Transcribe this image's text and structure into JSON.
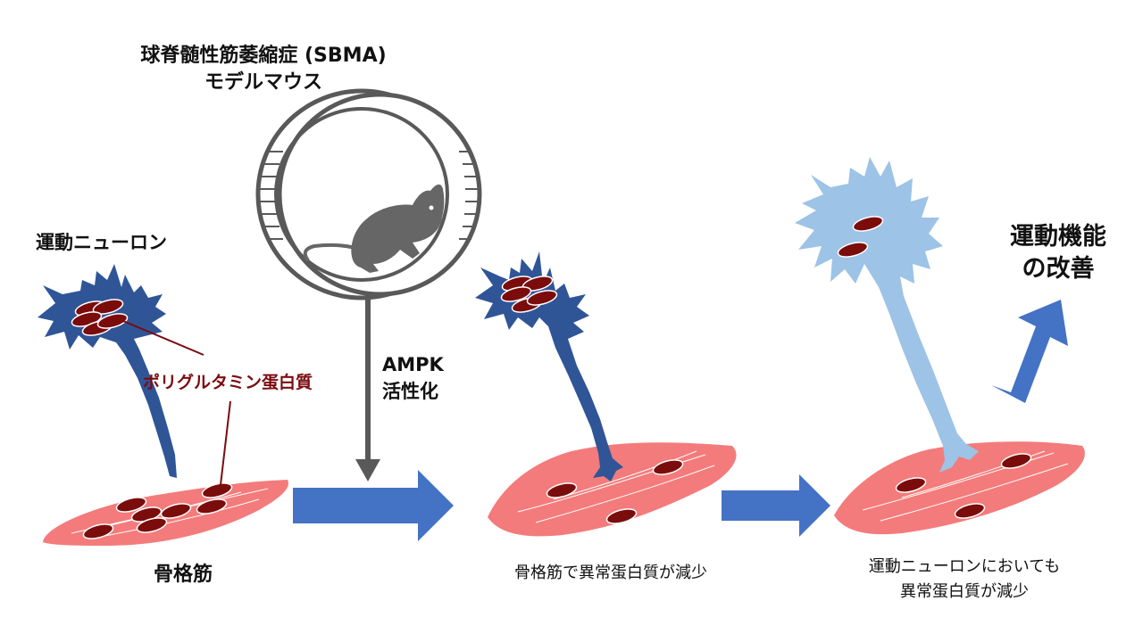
{
  "labels": {
    "model_mouse_line1": "球脊髄性筋萎縮症 (SBMA)",
    "model_mouse_line2": "モデルマウス",
    "motor_neuron": "運動ニューロン",
    "polyglutamine": "ポリグルタミン蛋白質",
    "ampk_line1": "AMPK",
    "ampk_line2": "活性化",
    "skeletal_muscle": "骨格筋",
    "muscle_reduction": "骨格筋で異常蛋白質が減少",
    "neuron_reduction_line1": "運動ニューロンにおいても",
    "neuron_reduction_line2": "異常蛋白質が減少",
    "improvement_line1": "運動機能",
    "improvement_line2": "の改善"
  },
  "colors": {
    "neuron_dark": "#2f5597",
    "neuron_light": "#9dc3e6",
    "muscle": "#f47b7b",
    "aggregate": "#7b0c0c",
    "arrow": "#4472c4",
    "wheel": "#595959",
    "mouse": "#666666",
    "label_red": "#7a0c10"
  },
  "icons": {
    "wheel": "running-wheel-icon",
    "mouse": "mouse-icon",
    "neuron": "motor-neuron-icon",
    "muscle": "skeletal-muscle-icon"
  }
}
